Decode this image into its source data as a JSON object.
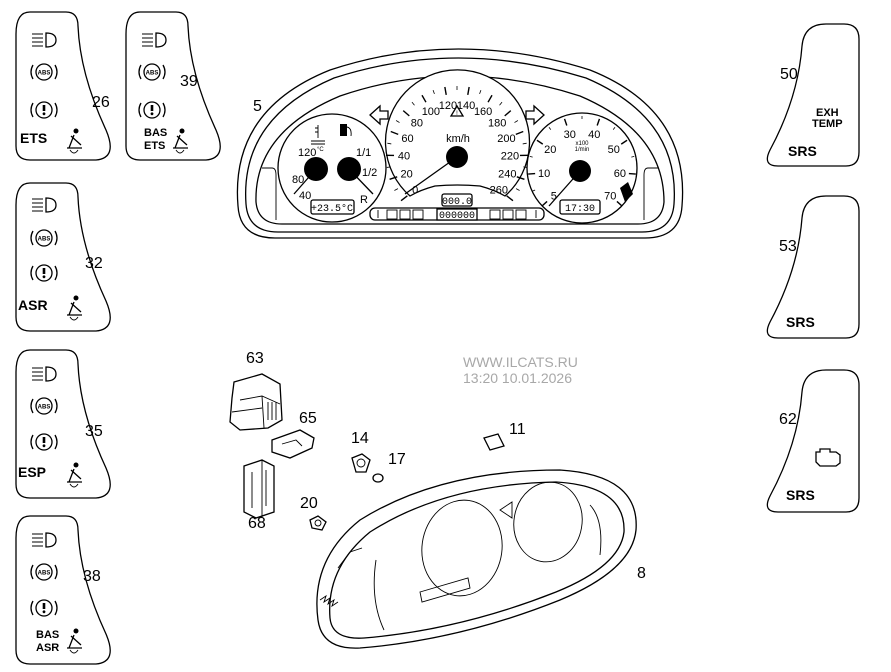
{
  "callouts": {
    "c5": "5",
    "c8": "8",
    "c11": "11",
    "c14": "14",
    "c17": "17",
    "c20": "20",
    "c26": "26",
    "c32": "32",
    "c35": "35",
    "c38": "38",
    "c39": "39",
    "c50": "50",
    "c53": "53",
    "c62": "62",
    "c63": "63",
    "c65": "65",
    "c68": "68"
  },
  "panels": {
    "p26": {
      "text": "ETS"
    },
    "p39": {
      "line1": "BAS",
      "line2": "ETS"
    },
    "p32": {
      "text": "ASR"
    },
    "p35": {
      "text": "ESP"
    },
    "p38": {
      "line1": "BAS",
      "line2": "ASR"
    },
    "p50": {
      "line1": "EXH",
      "line2": "TEMP",
      "srs": "SRS"
    },
    "p53": {
      "srs": "SRS"
    },
    "p62": {
      "srs": "SRS"
    },
    "icons": [
      "headlamp-icon",
      "abs-warning-icon",
      "brake-warning-icon",
      "seatbelt-icon",
      "engine-check-icon"
    ]
  },
  "cluster": {
    "speedo_labels": [
      "0",
      "20",
      "40",
      "60",
      "80",
      "100",
      "120",
      "140",
      "160",
      "180",
      "200",
      "220",
      "240",
      "260"
    ],
    "speedo_unit": "km/h",
    "tacho_labels": [
      "5",
      "10",
      "20",
      "30",
      "40",
      "50",
      "60",
      "70"
    ],
    "tacho_unit_1": "x100",
    "tacho_unit_2": "1/min",
    "temp_labels": {
      "t120": "120",
      "t80": "80",
      "t40": "40",
      "unit": "°C"
    },
    "fuel_labels": {
      "full": "1/1",
      "half": "1/2",
      "reserve": "R"
    },
    "outside_temp": "+23.5°C",
    "trip": "000.0",
    "odometer": "000000",
    "clock": "17:30"
  },
  "watermark": {
    "site": "WWW.ILCATS.RU",
    "timestamp": "13:20 10.01.2026"
  }
}
